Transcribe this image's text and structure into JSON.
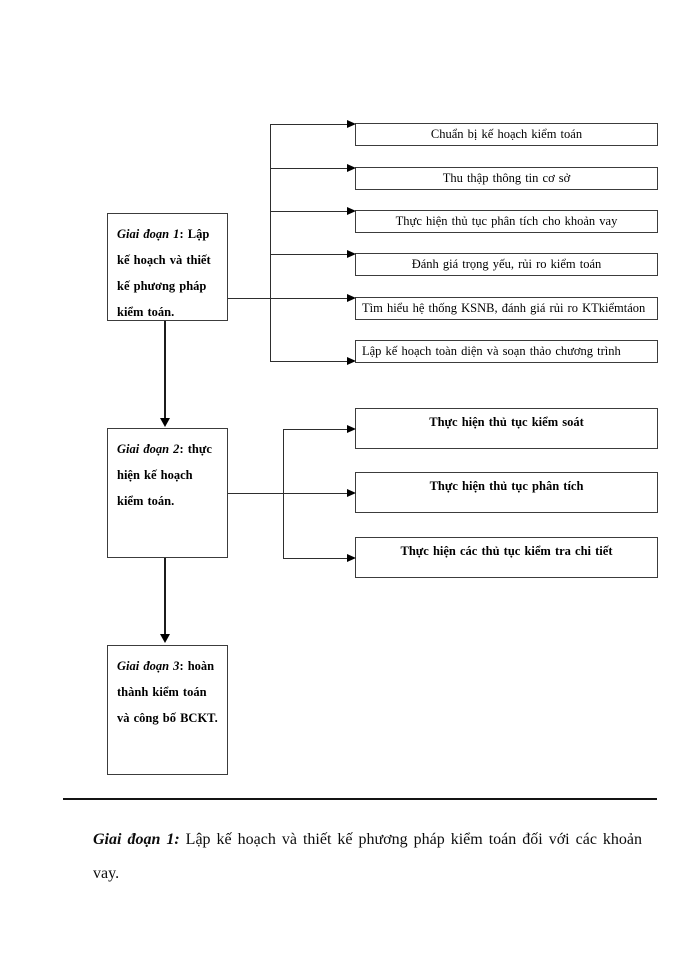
{
  "flowchart": {
    "stage1": {
      "title": "Giai đoạn 1",
      "desc": ": Lập kế hoạch và thiết kế phương pháp kiểm toán.",
      "steps": [
        "Chuẩn bị kế hoạch kiểm toán",
        "Thu thập thông tin cơ sở",
        "Thực hiện thủ tục phân tích cho khoản vay",
        "Đánh giá trọng yếu, rủi ro kiểm toán",
        "Tìm hiểu hệ thống KSNB, đánh giá rủi ro KTkiểmtáon",
        "Lập kế hoạch toàn diện và soạn thảo chương trình"
      ]
    },
    "stage2": {
      "title": "Giai đoạn 2",
      "desc": ": thực hiện kế hoạch kiểm toán.",
      "steps": [
        "Thực hiện thủ tục kiểm soát",
        "Thực hiện thủ tục phân tích",
        "Thực hiện các thủ tục kiểm tra chi tiết"
      ]
    },
    "stage3": {
      "title": "Giai đoạn 3",
      "desc": ": hoàn thành kiểm toán và công bố BCKT."
    },
    "colors": {
      "line": "#2e2e2e",
      "border": "#3c3c3c",
      "text": "#000000",
      "background": "#ffffff"
    }
  },
  "caption": {
    "lead": "Giai đoạn 1:",
    "line1": " Lập kế hoạch và thiết kế phương pháp kiểm toán đối với các khoản",
    "line2": "vay."
  }
}
